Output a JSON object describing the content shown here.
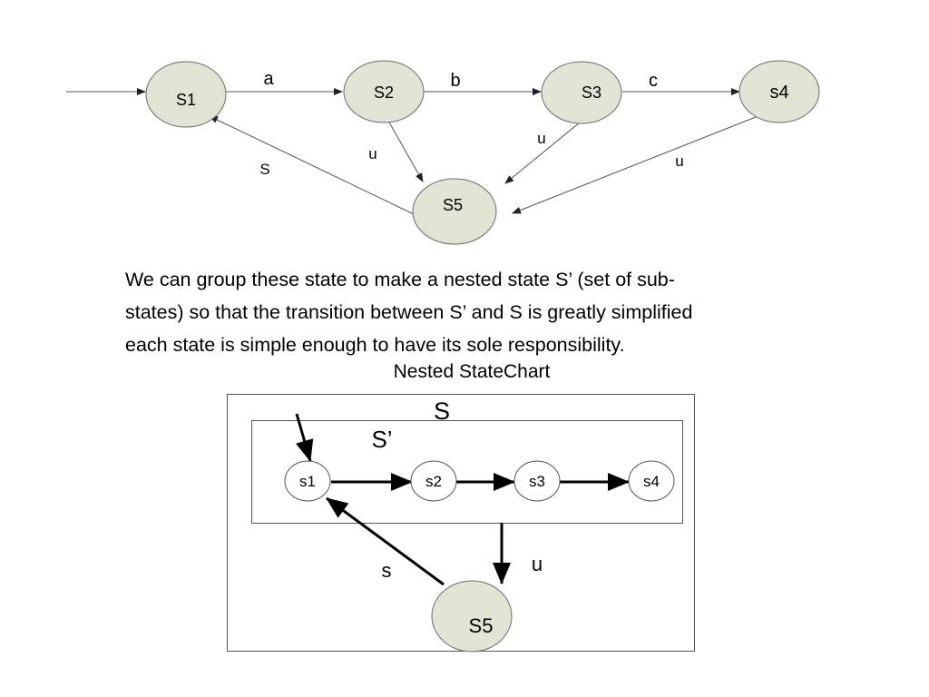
{
  "top_diagram": {
    "states": {
      "s1": "S1",
      "s2": "S2",
      "s3": "S3",
      "s4": "s4",
      "s5": "S5"
    },
    "transitions": {
      "a": "a",
      "b": "b",
      "c": "c",
      "u1": "u",
      "u2": "u",
      "u3": "u",
      "s": "S"
    }
  },
  "paragraph": {
    "line1": " We can group these state to make a nested state S’ (set of sub-",
    "line2": "states) so that the transition between S’ and S is greatly simplified",
    "line3": "each state is simple enough to have its sole responsibility."
  },
  "nested_diagram": {
    "caption": "Nested StateChart",
    "outer_label": "S",
    "inner_label": "S’",
    "states": {
      "s1": "s1",
      "s2": "s2",
      "s3": "s3",
      "s4": "s4",
      "s5": "S5"
    },
    "transitions": {
      "u": "u",
      "s": "s"
    }
  }
}
